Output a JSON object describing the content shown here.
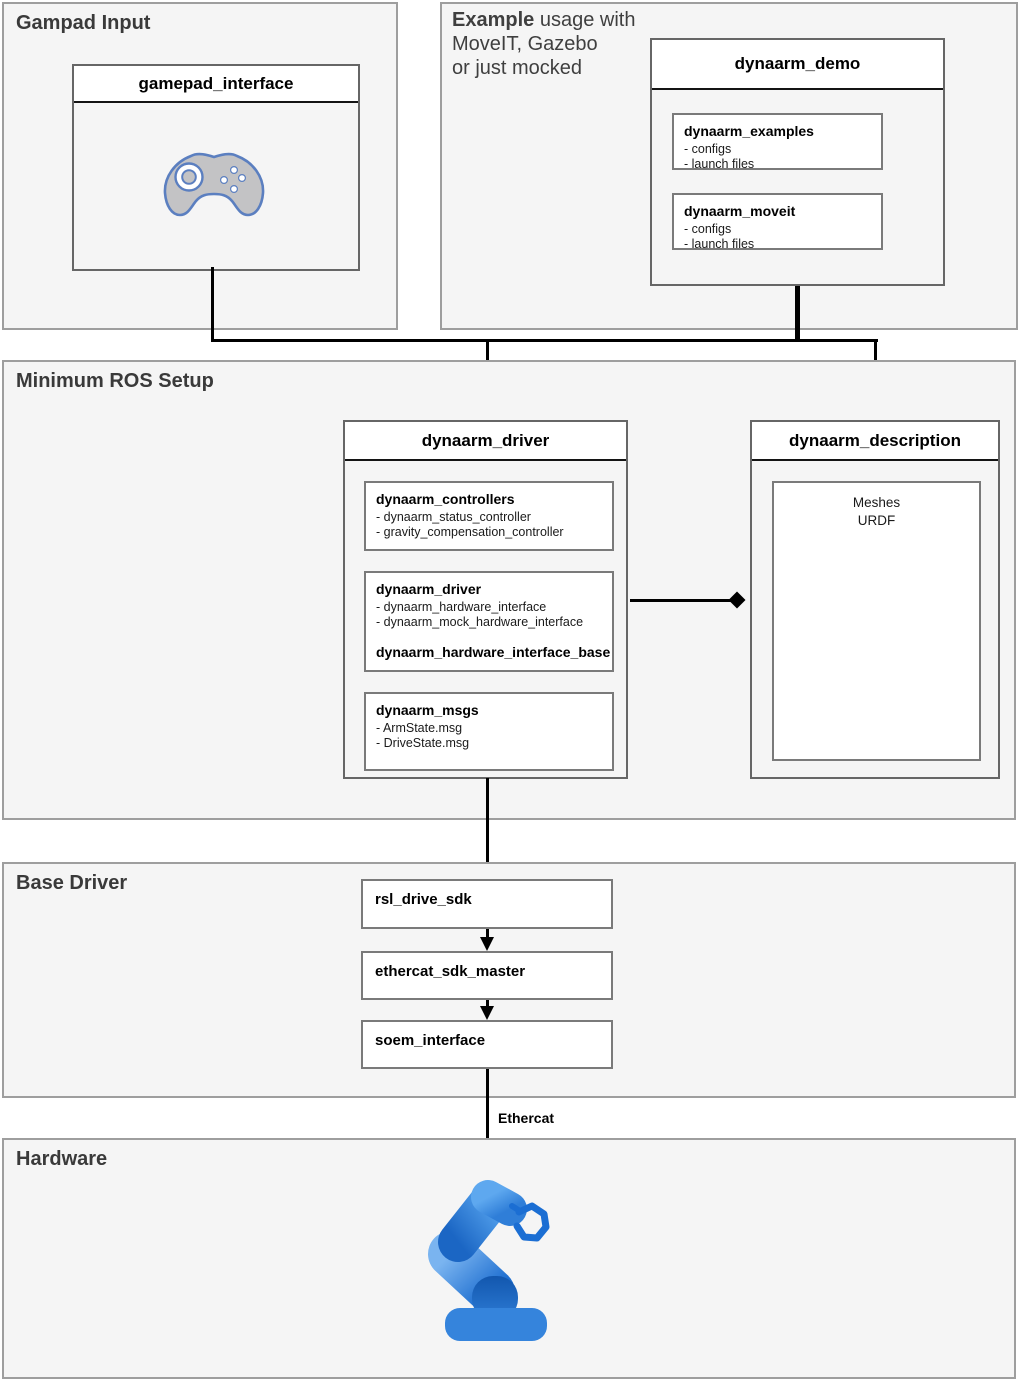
{
  "colors": {
    "section_bg": "#f5f5f5",
    "section_border": "#9e9e9e",
    "component_border": "#666666",
    "subbox_border": "#7a7a7a",
    "connector_black": "#000000",
    "robot_blue": "#2e7cd6",
    "robot_blue_light": "#5aa2ec",
    "robot_blue_dark": "#1460bd",
    "gamepad_gray": "#c3c3c5",
    "gamepad_outline": "#5b7fc0"
  },
  "gamepad_section": {
    "title": "Gampad Input",
    "component": {
      "title": "gamepad_interface"
    }
  },
  "example_section": {
    "title_bold": "Example",
    "title_after": " usage with",
    "title_line2": "MoveIT, Gazebo",
    "title_line3": "or just mocked",
    "component": {
      "title": "dynaarm_demo",
      "subboxes": [
        {
          "title": "dynaarm_examples",
          "items": [
            "- configs",
            "- launch files"
          ]
        },
        {
          "title": "dynaarm_moveit",
          "items": [
            "- configs",
            "- launch files"
          ]
        }
      ]
    }
  },
  "ros_section": {
    "title": "Minimum ROS Setup",
    "driver": {
      "title": "dynaarm_driver",
      "subboxes": [
        {
          "title": "dynaarm_controllers",
          "items": [
            "- dynaarm_status_controller",
            "- gravity_compensation_controller"
          ]
        },
        {
          "title": "dynaarm_driver",
          "items": [
            "- dynaarm_hardware_interface",
            "- dynaarm_mock_hardware_interface"
          ],
          "footer": "dynaarm_hardware_interface_base"
        },
        {
          "title": "dynaarm_msgs",
          "items": [
            "- ArmState.msg",
            "- DriveState.msg"
          ]
        }
      ]
    },
    "description": {
      "title": "dynaarm_description",
      "inner_lines": [
        "Meshes",
        "URDF"
      ]
    }
  },
  "base_section": {
    "title": "Base Driver",
    "boxes": [
      {
        "label": "rsl_drive_sdk"
      },
      {
        "label": "ethercat_sdk_master"
      },
      {
        "label": "soem_interface"
      }
    ]
  },
  "hardware_section": {
    "title": "Hardware"
  },
  "connector_labels": {
    "ethercat": "Ethercat"
  }
}
